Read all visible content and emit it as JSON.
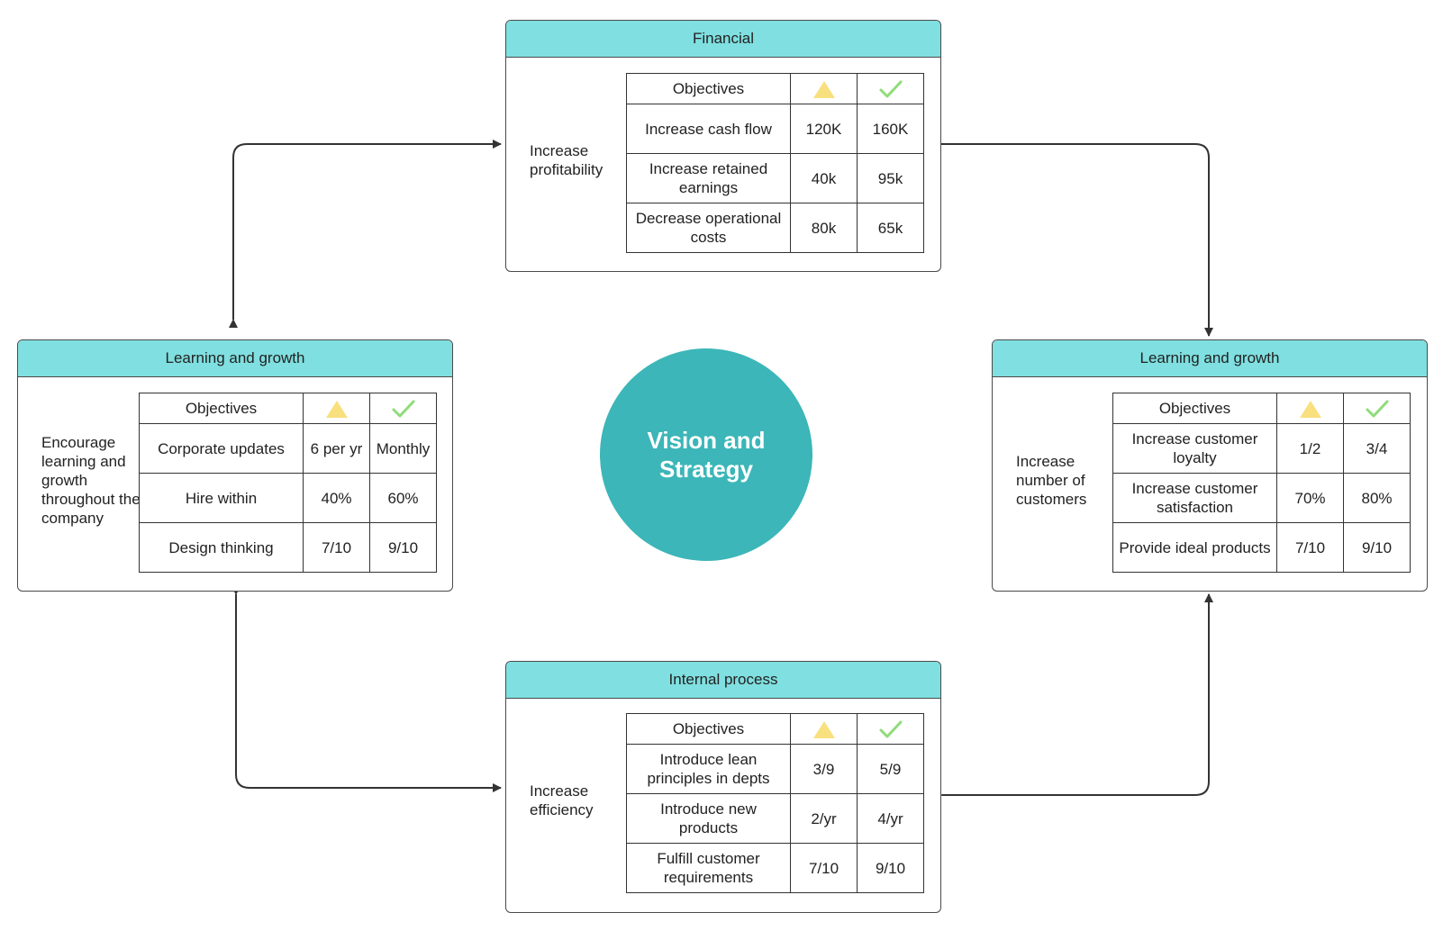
{
  "center": {
    "title": "Vision and Strategy"
  },
  "icons": {
    "target_icon": "triangle-icon",
    "target_color": "#f9e07f",
    "actual_icon": "check-icon",
    "actual_color": "#8fdc7a"
  },
  "colors": {
    "header": "#80dfe0",
    "center": "#3cb6b8",
    "border": "#4a4a4a"
  },
  "cards": {
    "financial": {
      "title": "Financial",
      "goal": "Increase profitability",
      "header_label": "Objectives",
      "rows": [
        {
          "objective": "Increase cash flow",
          "target": "120K",
          "actual": "160K"
        },
        {
          "objective": "Increase retained earnings",
          "target": "40k",
          "actual": "95k"
        },
        {
          "objective": "Decrease operational costs",
          "target": "80k",
          "actual": "65k"
        }
      ]
    },
    "learning_left": {
      "title": "Learning and growth",
      "goal": "Encourage learning and growth throughout the company",
      "header_label": "Objectives",
      "rows": [
        {
          "objective": "Corporate updates",
          "target": "6 per yr",
          "actual": "Monthly"
        },
        {
          "objective": "Hire within",
          "target": "40%",
          "actual": "60%"
        },
        {
          "objective": "Design thinking",
          "target": "7/10",
          "actual": "9/10"
        }
      ]
    },
    "learning_right": {
      "title": "Learning and growth",
      "goal": "Increase number of customers",
      "header_label": "Objectives",
      "rows": [
        {
          "objective": "Increase customer loyalty",
          "target": "1/2",
          "actual": "3/4"
        },
        {
          "objective": "Increase customer satisfaction",
          "target": "70%",
          "actual": "80%"
        },
        {
          "objective": "Provide ideal products",
          "target": "7/10",
          "actual": "9/10"
        }
      ]
    },
    "internal": {
      "title": "Internal process",
      "goal": "Increase efficiency",
      "header_label": "Objectives",
      "rows": [
        {
          "objective": "Introduce lean principles in depts",
          "target": "3/9",
          "actual": "5/9"
        },
        {
          "objective": "Introduce new products",
          "target": "2/yr",
          "actual": "4/yr"
        },
        {
          "objective": "Fulfill customer requirements",
          "target": "7/10",
          "actual": "9/10"
        }
      ]
    }
  }
}
